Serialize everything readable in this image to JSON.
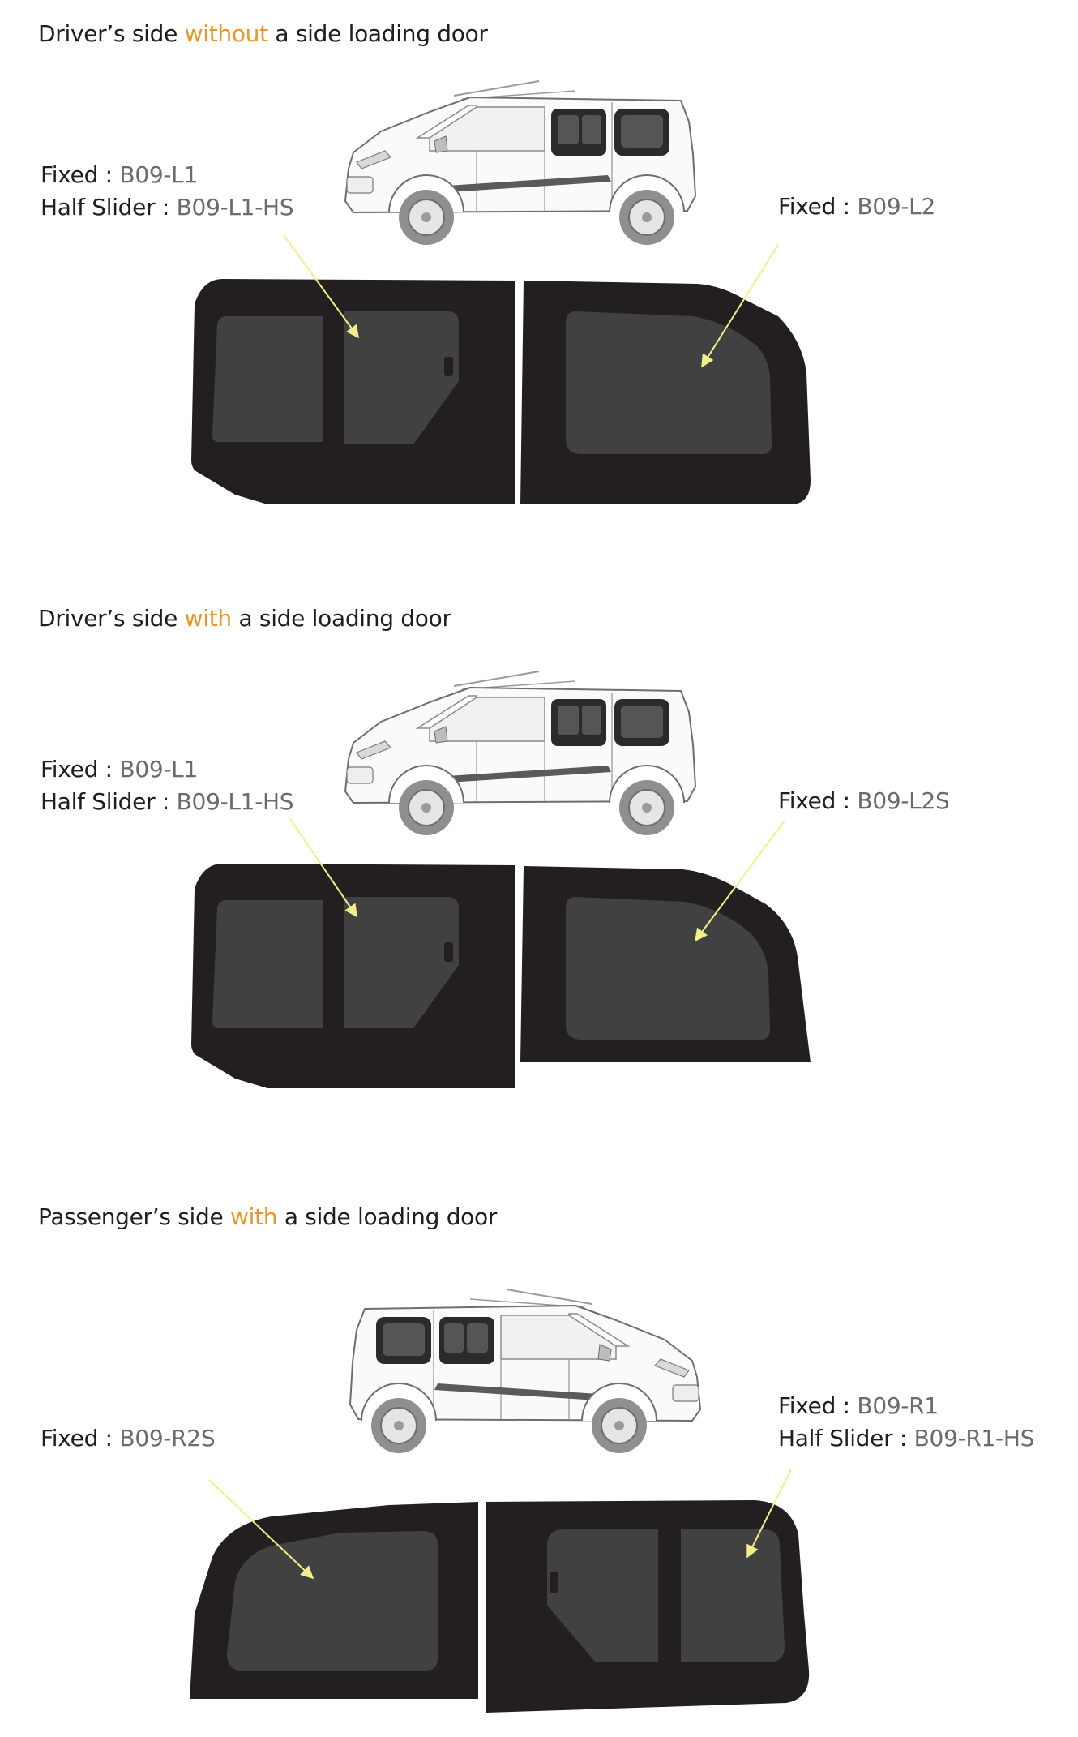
{
  "colors": {
    "accent": "#e8962b",
    "panel_frame": "#231f20",
    "glass": "#414141",
    "pointer_arrow": "#f2ef8a",
    "text": "#1e1e1e",
    "part_code": "#6b6b6b"
  },
  "sections": [
    {
      "heading": {
        "before": "Driver’s side ",
        "accent": "without",
        "after": " a side loading door"
      },
      "labels": [
        {
          "lines": [
            {
              "name": "Fixed",
              "sep": " : ",
              "code": "B09-L1"
            },
            {
              "name": "Half Slider",
              "sep": " : ",
              "code": "B09-L1-HS"
            }
          ]
        },
        {
          "lines": [
            {
              "name": "Fixed",
              "sep": " : ",
              "code": "B09-L2"
            }
          ]
        }
      ]
    },
    {
      "heading": {
        "before": "Driver’s side ",
        "accent": "with",
        "after": " a side loading door"
      },
      "labels": [
        {
          "lines": [
            {
              "name": "Fixed",
              "sep": " : ",
              "code": "B09-L1"
            },
            {
              "name": "Half Slider",
              "sep": " : ",
              "code": "B09-L1-HS"
            }
          ]
        },
        {
          "lines": [
            {
              "name": "Fixed",
              "sep": " : ",
              "code": "B09-L2S"
            }
          ]
        }
      ]
    },
    {
      "heading": {
        "before": "Passenger’s side ",
        "accent": "with",
        "after": " a side loading door"
      },
      "labels": [
        {
          "lines": [
            {
              "name": "Fixed",
              "sep": " : ",
              "code": "B09-R2S"
            }
          ]
        },
        {
          "lines": [
            {
              "name": "Fixed",
              "sep": " : ",
              "code": "B09-R1"
            },
            {
              "name": "Half Slider",
              "sep": " : ",
              "code": "B09-R1-HS"
            }
          ]
        }
      ]
    }
  ]
}
